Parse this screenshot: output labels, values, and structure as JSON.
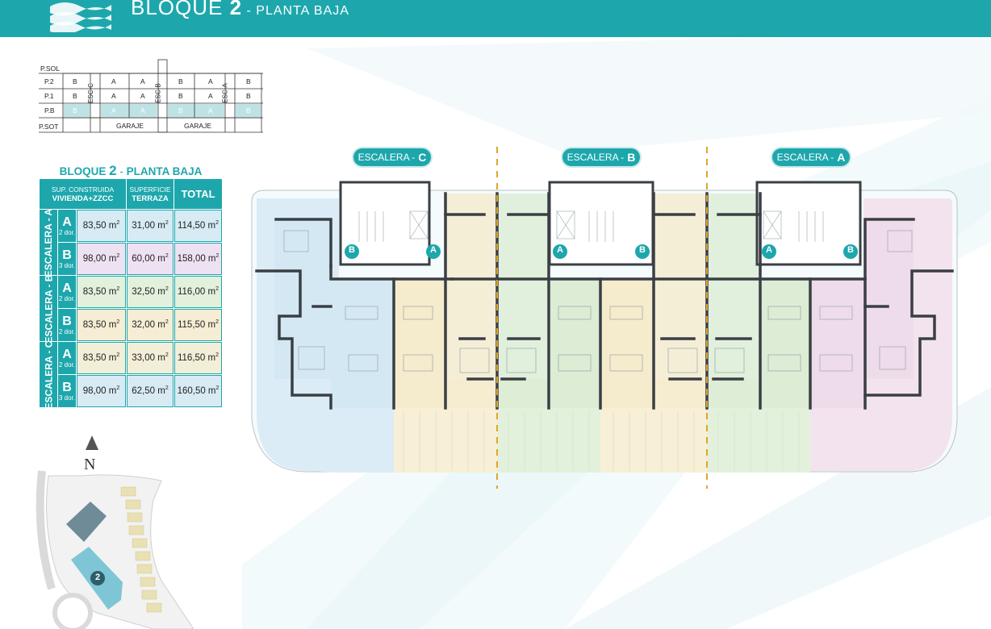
{
  "header": {
    "title_word": "BLOQUE",
    "title_number": "2",
    "title_sep": " - ",
    "title_sub": "PLANTA BAJA"
  },
  "section": {
    "floor_labels": [
      "P.SOL",
      "P.2",
      "P.1",
      "P.B",
      "P.SOT"
    ],
    "row_p2": [
      "B",
      "A",
      "A",
      "B",
      "A",
      "B"
    ],
    "row_p1": [
      "B",
      "A",
      "A",
      "B",
      "A",
      "B"
    ],
    "row_pb": [
      "B",
      "A",
      "A",
      "B",
      "A",
      "B"
    ],
    "stairs": [
      "ESC-C",
      "ESC-B",
      "ESC-A"
    ],
    "garage": [
      "GARAJE",
      "GARAJE"
    ]
  },
  "table": {
    "title_word": "BLOQUE",
    "title_number": "2",
    "title_sep": " - ",
    "title_sub": "PLANTA BAJA",
    "headers": {
      "built_line1": "SUP. CONSTRUIDA",
      "built_line2": "VIVIENDA+ZZCC",
      "terrace_line1": "SUPERFICIE",
      "terrace_line2": "TERRAZA",
      "total": "TOTAL"
    },
    "groups": [
      {
        "label": "ESCALERA - A",
        "rows": [
          {
            "type": "A",
            "rooms": "2 dor.",
            "built": "83,50 m",
            "terrace": "31,00 m",
            "total": "114,50 m",
            "color": "#d6ebf3"
          },
          {
            "type": "B",
            "rooms": "3 dor.",
            "built": "98,00 m",
            "terrace": "60,00 m",
            "total": "158,00 m",
            "color": "#eee2f2"
          }
        ]
      },
      {
        "label": "ESCALERA - B",
        "rows": [
          {
            "type": "A",
            "rooms": "2 dor.",
            "built": "83,50 m",
            "terrace": "32,50 m",
            "total": "116,00 m",
            "color": "#e2f0dc"
          },
          {
            "type": "B",
            "rooms": "2 dor.",
            "built": "83,50 m",
            "terrace": "32,00 m",
            "total": "115,50 m",
            "color": "#f5edd4"
          }
        ]
      },
      {
        "label": "ESCALERA - C",
        "rows": [
          {
            "type": "A",
            "rooms": "2 dor.",
            "built": "83,50 m",
            "terrace": "33,00 m",
            "total": "116,50 m",
            "color": "#f3eed8"
          },
          {
            "type": "B",
            "rooms": "3 dor.",
            "built": "98,00 m",
            "terrace": "62,50 m",
            "total": "160,50 m",
            "color": "#d8ebf4"
          }
        ]
      }
    ],
    "unit_sup": "2"
  },
  "plan": {
    "stairs": [
      {
        "word": "ESCALERA -",
        "letter": "C"
      },
      {
        "word": "ESCALERA -",
        "letter": "B"
      },
      {
        "word": "ESCALERA -",
        "letter": "A"
      }
    ],
    "unit_markers": [
      "B",
      "A",
      "A",
      "B",
      "A",
      "B"
    ],
    "colors": {
      "blue": "#dcecf6",
      "yellow": "#f7efd6",
      "green": "#e3f1dc",
      "pink": "#f3e3ef",
      "wall": "#3a3f45",
      "accent": "#1da7ac",
      "divider": "#e0a52a"
    }
  },
  "map": {
    "north": "N",
    "block_number": "2"
  }
}
